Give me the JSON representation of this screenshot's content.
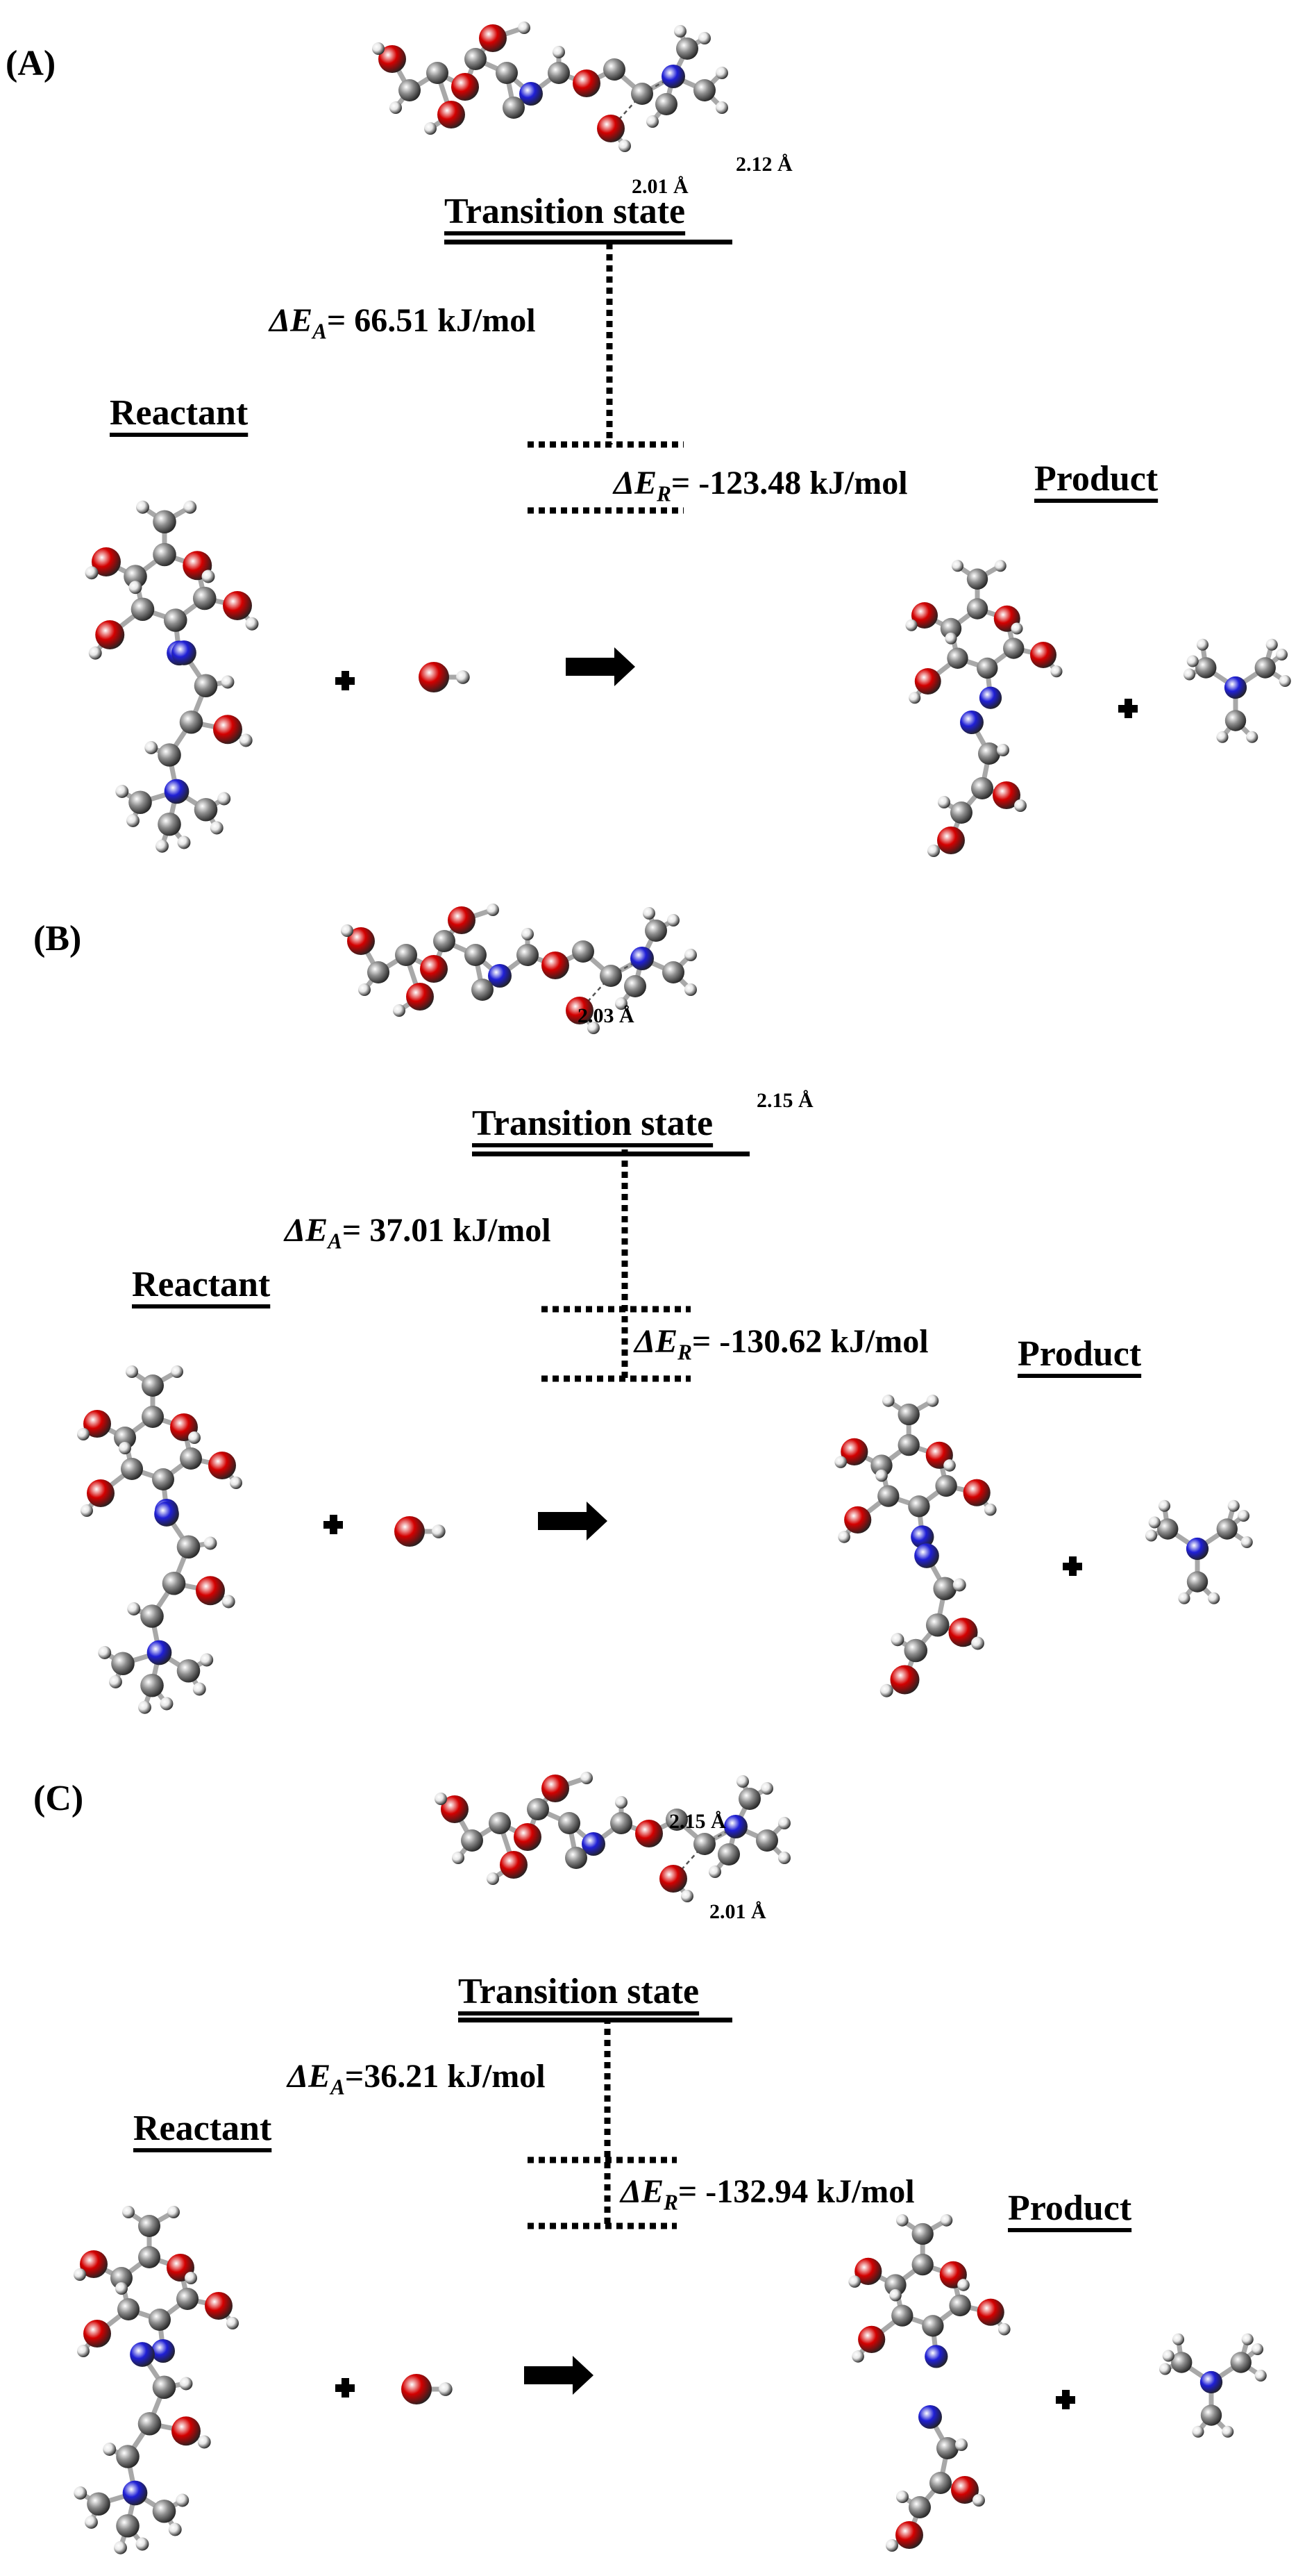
{
  "colors": {
    "oxygen": "#d40000",
    "carbon": "#8c8c8c",
    "nitrogen": "#1f1fd6",
    "hydrogen": "#e6e6e6",
    "ink": "#000000"
  },
  "panels": [
    {
      "letter": "(A)",
      "ts_label": "Transition state",
      "reactant_label": "Reactant",
      "product_label": "Product",
      "ea_prefix": "ΔE",
      "ea_sub": "A",
      "ea_text": "= 66.51 kJ/mol",
      "er_prefix": "ΔE",
      "er_sub": "R",
      "er_text": "= -123.48 kJ/mol",
      "dist1": "2.01 Å",
      "dist2": "2.12 Å"
    },
    {
      "letter": "(B)",
      "ts_label": "Transition state",
      "reactant_label": "Reactant",
      "product_label": "Product",
      "ea_prefix": "ΔE",
      "ea_sub": "A",
      "ea_text": "= 37.01 kJ/mol",
      "er_prefix": "ΔE",
      "er_sub": "R",
      "er_text": "=  -130.62 kJ/mol",
      "dist1": "2.03 Å",
      "dist2": "2.15 Å"
    },
    {
      "letter": "(C)",
      "ts_label": "Transition state",
      "reactant_label": "Reactant",
      "product_label": "Product",
      "ea_prefix": "ΔE",
      "ea_sub": "A",
      "ea_text": "=36.21 kJ/mol",
      "er_prefix": "ΔE",
      "er_sub": "R",
      "er_text": "= -132.94 kJ/mol",
      "dist1": "2.15 Å",
      "dist2": "2.01 Å"
    }
  ]
}
